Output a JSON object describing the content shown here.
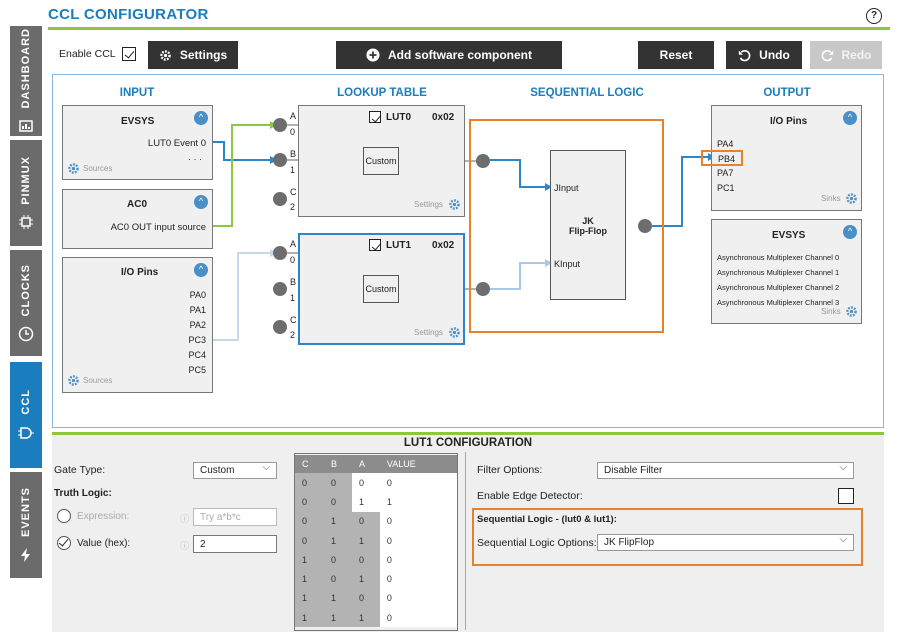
{
  "header": {
    "title": "CCL CONFIGURATOR",
    "help": "?"
  },
  "nav": [
    {
      "label": "DASHBOARD",
      "icon": "dashboard-icon"
    },
    {
      "label": "PINMUX",
      "icon": "chip-icon"
    },
    {
      "label": "CLOCKS",
      "icon": "clock-icon"
    },
    {
      "label": "CCL",
      "icon": "logic-gate-icon"
    },
    {
      "label": "EVENTS",
      "icon": "lightning-icon"
    }
  ],
  "toolbar": {
    "enable_label": "Enable CCL",
    "settings": "Settings",
    "add_component": "Add software component",
    "reset": "Reset",
    "undo": "Undo",
    "redo": "Redo"
  },
  "sections": {
    "input": "INPUT",
    "lookup": "LOOKUP TABLE",
    "sequential": "SEQUENTIAL LOGIC",
    "output": "OUTPUT"
  },
  "input": {
    "evsys": {
      "title": "EVSYS",
      "item": "LUT0 Event 0",
      "more": "· · ·",
      "sources": "Sources"
    },
    "ac0": {
      "title": "AC0",
      "item": "AC0 OUT input source"
    },
    "io": {
      "title": "I/O Pins",
      "items": [
        "PA0",
        "PA1",
        "PA2",
        "PC3",
        "PC4",
        "PC5"
      ],
      "sources": "Sources"
    }
  },
  "lut0": {
    "title": "LUT0",
    "value": "0x02",
    "gate": "Custom",
    "settings": "Settings",
    "pins": [
      "A",
      "0",
      "B",
      "1",
      "C",
      "2"
    ]
  },
  "lut1": {
    "title": "LUT1",
    "value": "0x02",
    "gate": "Custom",
    "settings": "Settings",
    "pins": [
      "A",
      "0",
      "B",
      "1",
      "C",
      "2"
    ]
  },
  "seq": {
    "jinput": "JInput",
    "kinput": "KInput",
    "name1": "JK",
    "name2": "Flip-Flop"
  },
  "output": {
    "io": {
      "title": "I/O Pins",
      "items": [
        "PA4",
        "PB4",
        "PA7",
        "PC1"
      ],
      "sinks": "Sinks"
    },
    "evsys": {
      "title": "EVSYS",
      "items": [
        "Asynchronous Multiplexer Channel 0",
        "Asynchronous Multiplexer Channel 1",
        "Asynchronous Multiplexer Channel 2",
        "Asynchronous Multiplexer Channel 3"
      ],
      "sinks": "Sinks"
    }
  },
  "config": {
    "title": "LUT1 CONFIGURATION",
    "gate_type_label": "Gate Type:",
    "gate_type": "Custom",
    "truth_logic": "Truth Logic:",
    "expression_label": "Expression:",
    "expression_placeholder": "Try a*b*c",
    "value_label": "Value (hex):",
    "value": "2",
    "table_headers": [
      "C",
      "B",
      "A",
      "VALUE"
    ],
    "table_rows": [
      [
        "0",
        "0",
        "0",
        "0"
      ],
      [
        "0",
        "0",
        "1",
        "1"
      ],
      [
        "0",
        "1",
        "0",
        "0"
      ],
      [
        "0",
        "1",
        "1",
        "0"
      ],
      [
        "1",
        "0",
        "0",
        "0"
      ],
      [
        "1",
        "0",
        "1",
        "0"
      ],
      [
        "1",
        "1",
        "0",
        "0"
      ],
      [
        "1",
        "1",
        "1",
        "0"
      ]
    ],
    "filter_label": "Filter Options:",
    "filter": "Disable Filter",
    "edge_label": "Enable Edge Detector:",
    "seq_title": "Sequential Logic - (lut0 & lut1):",
    "seq_label": "Sequential Logic Options:",
    "seq_value": "JK FlipFlop"
  },
  "colors": {
    "accent": "#1a7dbd",
    "green": "#8dc63f",
    "orange": "#e8822a",
    "nav": "#6b6b6b"
  }
}
